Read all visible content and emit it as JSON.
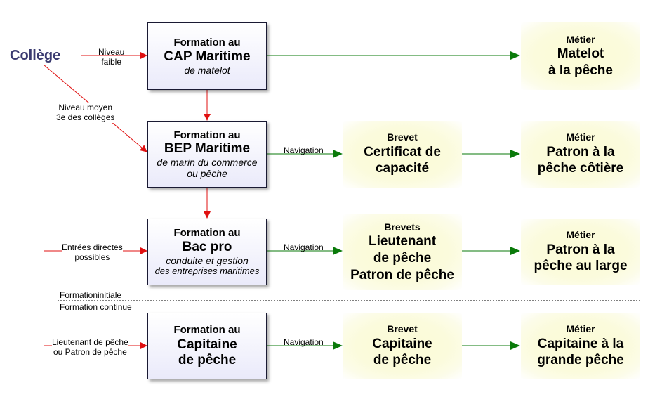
{
  "origin": {
    "label": "Collège"
  },
  "formations": [
    {
      "line1": "Formation au",
      "line2": "CAP Maritime",
      "line3": "de matelot",
      "line4": ""
    },
    {
      "line1": "Formation au",
      "line2": "BEP Maritime",
      "line3": "de marin du commerce",
      "line4": "ou pêche"
    },
    {
      "line1": "Formation au",
      "line2": "Bac pro",
      "line3": "conduite et gestion",
      "line4": "des entreprises maritimes"
    },
    {
      "line1": "Formation au",
      "line2": "Capitaine",
      "line3": "de pêche",
      "line4": ""
    }
  ],
  "brevets": [
    {
      "title": "Brevet",
      "lines": [
        "Certificat de",
        "capacité",
        ""
      ]
    },
    {
      "title": "Brevets",
      "lines": [
        "Lieutenant",
        "de pêche",
        "Patron de pêche"
      ]
    },
    {
      "title": "Brevet",
      "lines": [
        "Capitaine",
        "de pêche",
        ""
      ]
    }
  ],
  "metiers": [
    {
      "title": "Métier",
      "lines": [
        "Matelot",
        "à la pêche"
      ]
    },
    {
      "title": "Métier",
      "lines": [
        "Patron à la",
        "pêche côtière"
      ]
    },
    {
      "title": "Métier",
      "lines": [
        "Patron à la",
        "pêche au large"
      ]
    },
    {
      "title": "Métier",
      "lines": [
        "Capitaine à la",
        "grande pêche"
      ]
    }
  ],
  "edge_labels": {
    "niveau_faible": [
      "Niveau",
      "faible"
    ],
    "niveau_moyen": [
      "Niveau moyen",
      "3e des collèges"
    ],
    "entrees_directes": [
      "Entrées directes",
      "possibles"
    ],
    "lieutenant_patron": [
      "Lieutenant de pêche",
      "ou Patron de pêche"
    ],
    "navigation": "Navigation"
  },
  "separator": {
    "above": "Formationinitiale",
    "below": "Formation continue"
  },
  "colors": {
    "red_arrow": "#e01010",
    "green_arrow": "#0a7a0a",
    "college_text": "#3a3a70"
  }
}
